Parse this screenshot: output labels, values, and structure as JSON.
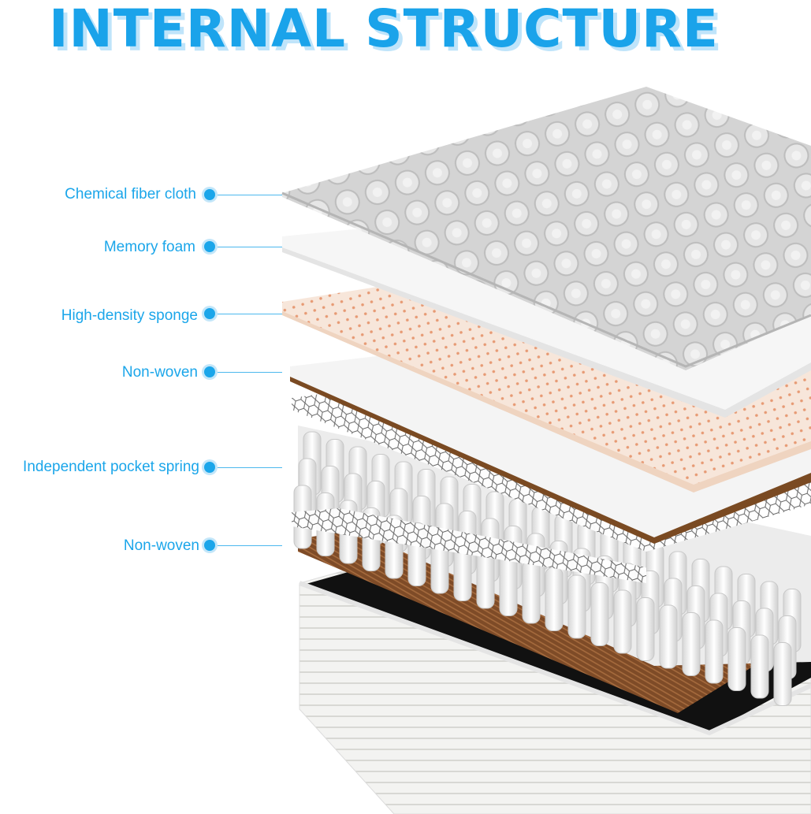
{
  "title": "INTERNAL STRUCTURE",
  "layers": [
    {
      "label": "Chemical fiber cloth"
    },
    {
      "label": "Memory foam"
    },
    {
      "label": "High-density sponge"
    },
    {
      "label": "Non-woven"
    },
    {
      "label": "Independent pocket spring"
    },
    {
      "label": "Non-woven"
    }
  ],
  "colors": {
    "accent": "#1aa3ea",
    "quilt": "#d2d2d2",
    "foam": "#f3f3f3",
    "sponge": "#f6e3d6",
    "nonwoven_top": "#7a4a22",
    "coir": "#8a5630",
    "base": "#f1f1ef"
  }
}
